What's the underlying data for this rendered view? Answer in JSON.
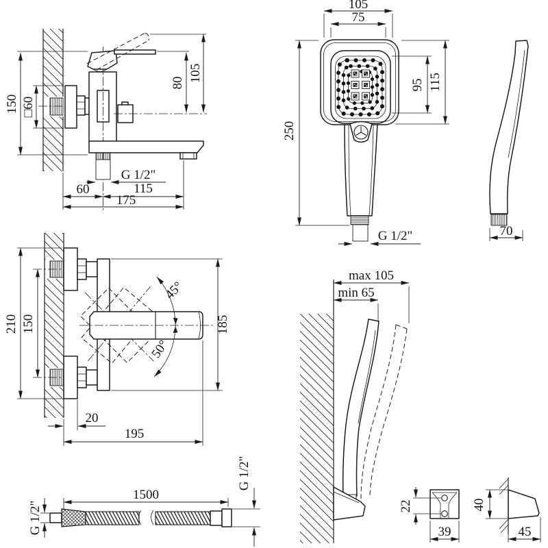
{
  "meta": {
    "title": "Bath mixer with shower set — dimensional technical drawing",
    "background_color": "#ffffff",
    "line_color": "#1c1c1c"
  },
  "views": {
    "mixer_side": {
      "height": "150",
      "square": "□60",
      "body_to_spout": "80",
      "lever_to_spout": "105",
      "thread": "G 1/2\"",
      "wall_to_center": "60",
      "center_to_aerator": "115",
      "total_depth": "175"
    },
    "shower_front": {
      "width": "105",
      "face_width": "75",
      "face_height": "95",
      "head_height": "115",
      "length": "250",
      "thread": "G 1/2\""
    },
    "shower_side": {
      "depth": "70"
    },
    "mixer_front": {
      "overall_height": "210",
      "centers": "150",
      "angle_up": "45°",
      "angle_down": "50°",
      "body_height": "185",
      "escutcheon_depth": "20",
      "length": "195"
    },
    "holder": {
      "max_offset": "max 105",
      "min_offset": "min 65"
    },
    "hose": {
      "length": "1500",
      "thread_left": "G 1/2\"",
      "thread_right": "G 1/2\""
    },
    "bracket_front": {
      "hole_spacing": "22",
      "width": "39"
    },
    "bracket_side": {
      "height": "40",
      "depth": "45"
    }
  }
}
